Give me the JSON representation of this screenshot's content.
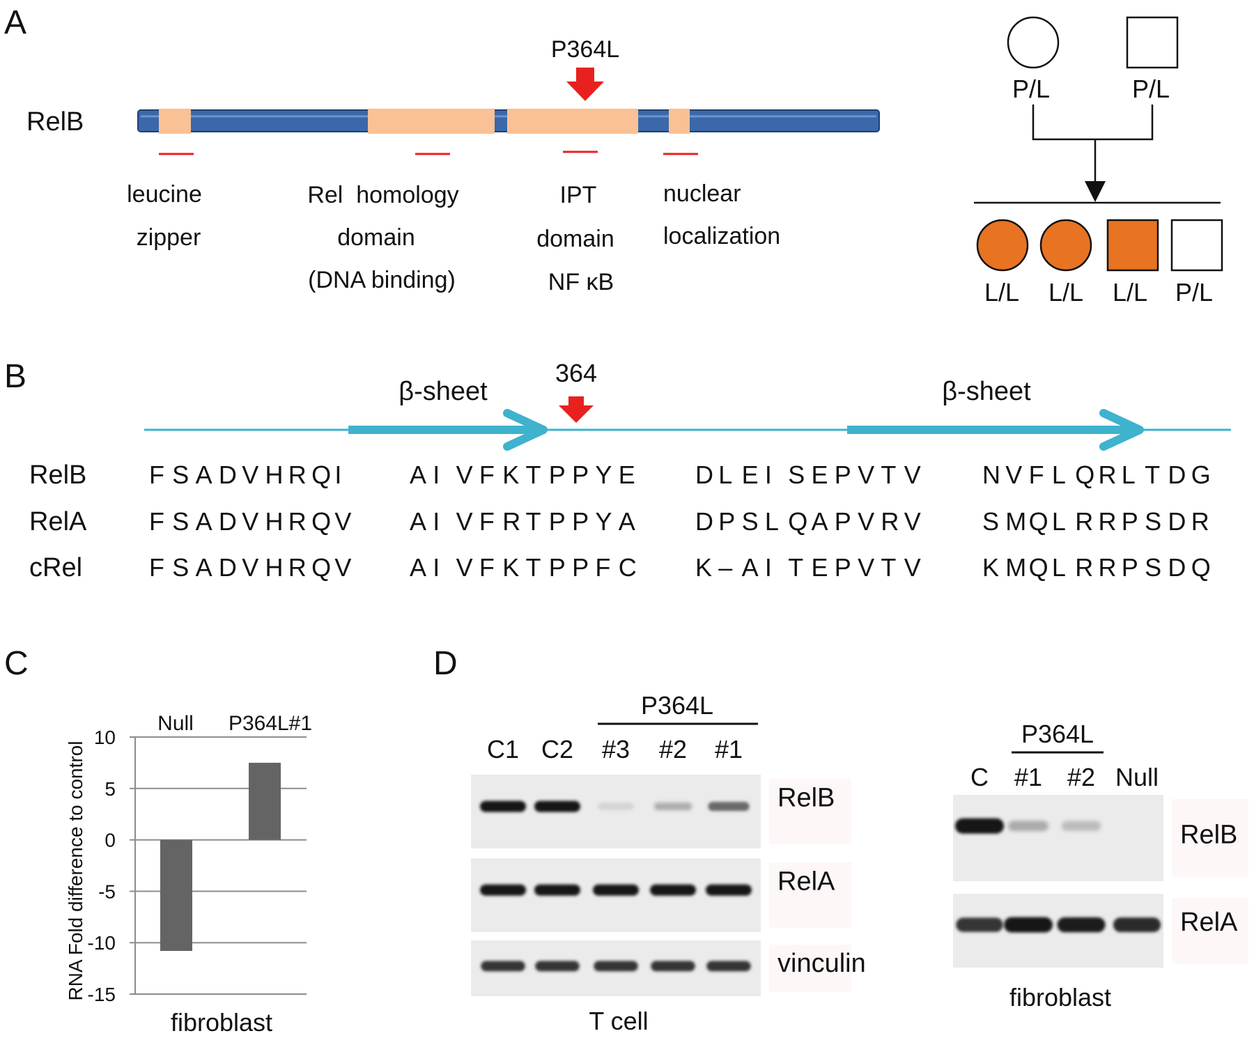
{
  "panel_letters": [
    "A",
    "B",
    "C",
    "D"
  ],
  "colors": {
    "protein_bar": "#3a68ab",
    "domain_box": "#f9c195",
    "mutation_arrow": "#e8211f",
    "affected": "#e87322",
    "beta_sheet": "#3fb2cd",
    "bar_fill": "#646464",
    "grid_line": "#8c8c8c",
    "domain_underline": "#e8211f"
  },
  "panel_a": {
    "protein_label": "RelB",
    "mutation_label": "P364L",
    "domains": [
      {
        "label_lines": [
          "leucine",
          "zipper"
        ]
      },
      {
        "label_lines": [
          "Rel  homology",
          "domain",
          "(DNA binding)"
        ]
      },
      {
        "label_lines": [
          "IPT",
          "domain",
          "NF κB"
        ]
      },
      {
        "label_lines": [
          "nuclear",
          "localization"
        ]
      }
    ],
    "pedigree": {
      "parents": [
        {
          "shape": "circle",
          "affected": false,
          "genotype": "P/L"
        },
        {
          "shape": "square",
          "affected": false,
          "genotype": "P/L"
        }
      ],
      "children": [
        {
          "shape": "circle",
          "affected": true,
          "genotype": "L/L"
        },
        {
          "shape": "circle",
          "affected": true,
          "genotype": "L/L"
        },
        {
          "shape": "square",
          "affected": true,
          "genotype": "L/L"
        },
        {
          "shape": "square",
          "affected": false,
          "genotype": "P/L"
        }
      ]
    }
  },
  "panel_b": {
    "position_label": "364",
    "sheet_labels": [
      "β-sheet",
      "β-sheet"
    ],
    "rows": [
      {
        "name": "RelB",
        "groups": [
          [
            "F",
            "S",
            "A",
            "D",
            "V",
            "H",
            "R",
            "Q",
            "I"
          ],
          [
            "A",
            "I",
            "V",
            "F",
            "K",
            "T",
            "P",
            "P",
            "Y",
            "E"
          ],
          [
            "D",
            "L",
            "E",
            "I",
            "S",
            "E",
            "P",
            "V",
            "T",
            "V"
          ],
          [
            "N",
            "V",
            "F",
            "L",
            "Q",
            "R",
            "L",
            "T",
            "D",
            "G"
          ]
        ]
      },
      {
        "name": "RelA",
        "groups": [
          [
            "F",
            "S",
            "A",
            "D",
            "V",
            "H",
            "R",
            "Q",
            "V"
          ],
          [
            "A",
            "I",
            "V",
            "F",
            "R",
            "T",
            "P",
            "P",
            "Y",
            "A"
          ],
          [
            "D",
            "P",
            "S",
            "L",
            "Q",
            "A",
            "P",
            "V",
            "R",
            "V"
          ],
          [
            "S",
            "M",
            "Q",
            "L",
            "R",
            "R",
            "P",
            "S",
            "D",
            "R"
          ]
        ]
      },
      {
        "name": "cRel",
        "groups": [
          [
            "F",
            "S",
            "A",
            "D",
            "V",
            "H",
            "R",
            "Q",
            "V"
          ],
          [
            "A",
            "I",
            "V",
            "F",
            "K",
            "T",
            "P",
            "P",
            "F",
            "C"
          ],
          [
            "K",
            "–",
            "A",
            "I",
            "T",
            "E",
            "P",
            "V",
            "T",
            "V"
          ],
          [
            "K",
            "M",
            "Q",
            "L",
            "R",
            "R",
            "P",
            "S",
            "D",
            "Q"
          ]
        ]
      }
    ]
  },
  "chart_data": {
    "type": "bar",
    "categories": [
      "Null",
      "P364L#1"
    ],
    "values": [
      -10.8,
      7.5
    ],
    "ylabel": "RNA Fold difference to control",
    "xlabel": "fibroblast",
    "ylim": [
      -15,
      10
    ],
    "yticks": [
      "10",
      "5",
      "0",
      "-5",
      "-10",
      "-15"
    ],
    "grid": true
  },
  "panel_d": {
    "tcell": {
      "group_label": "P364L",
      "lanes": [
        "C1",
        "C2",
        "#3",
        "#2",
        "#1"
      ],
      "blots": [
        {
          "label": "RelB",
          "intensities": [
            1.0,
            1.0,
            0.12,
            0.3,
            0.6
          ]
        },
        {
          "label": "RelA",
          "intensities": [
            1.0,
            1.0,
            1.0,
            1.0,
            1.0
          ]
        },
        {
          "label": "vinculin",
          "intensities": [
            0.85,
            0.85,
            0.85,
            0.85,
            0.85
          ]
        }
      ],
      "caption": "T cell"
    },
    "fibroblast": {
      "group_label": "P364L",
      "lanes": [
        "C",
        "#1",
        "#2",
        "Null"
      ],
      "blots": [
        {
          "label": "RelB",
          "intensities": [
            1.0,
            0.3,
            0.22,
            0.0
          ]
        },
        {
          "label": "RelA",
          "intensities": [
            0.85,
            1.0,
            0.95,
            0.9
          ]
        }
      ],
      "caption": "fibroblast"
    }
  }
}
